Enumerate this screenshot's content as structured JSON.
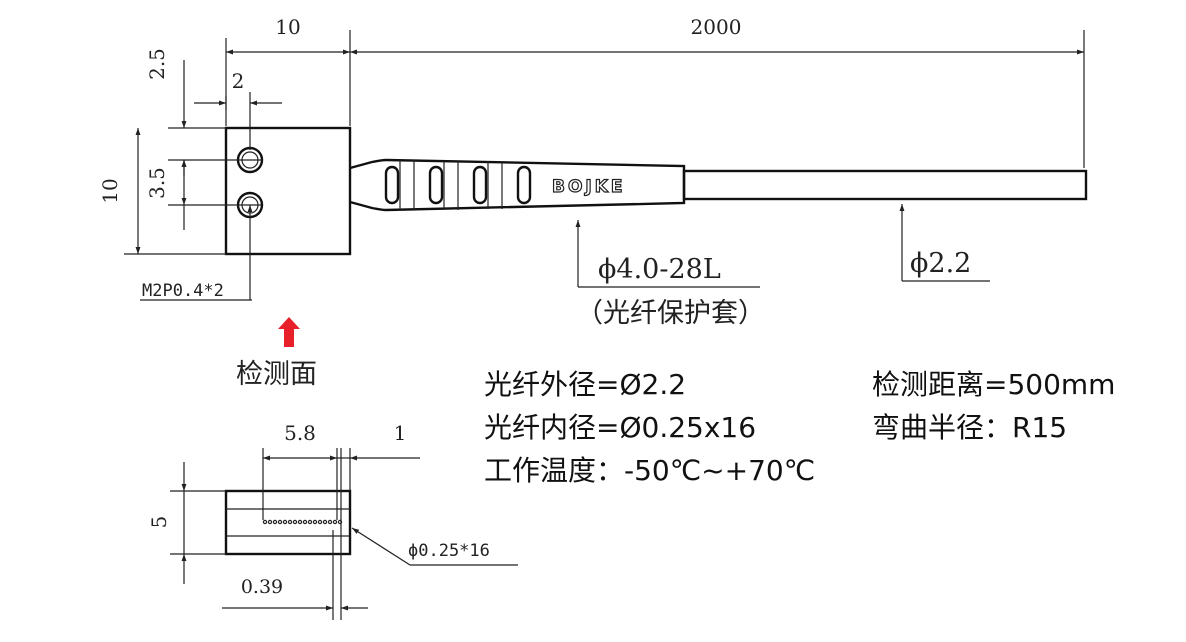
{
  "dimensions": {
    "top_width": "10",
    "cable_length": "2000",
    "top_offset": "2.5",
    "hole_offset": "2",
    "left_height": "10",
    "hole_spacing": "3.5",
    "sleeve_diameter": "ϕ4.0-28L",
    "sleeve_label": "（光纤保护套）",
    "fiber_diameter": "ϕ2.2",
    "screw": "M2P0.4*2",
    "slot_width": "5.8",
    "slot_offset": "1",
    "face_height": "5",
    "slot_gap": "0.39",
    "fiber_cores": "ϕ0.25*16"
  },
  "detection_face_label": "检测面",
  "brand": "BOJKE",
  "specs": {
    "outer_diameter": "光纤外径=Ø2.2",
    "inner_diameter": "光纤内径=Ø0.25x16",
    "temperature": "工作温度：-50℃~+70℃",
    "detection_distance": "检测距离=500mm",
    "bend_radius": "弯曲半径：R15"
  },
  "colors": {
    "line": "#222222",
    "arrow": "#e8202a"
  }
}
